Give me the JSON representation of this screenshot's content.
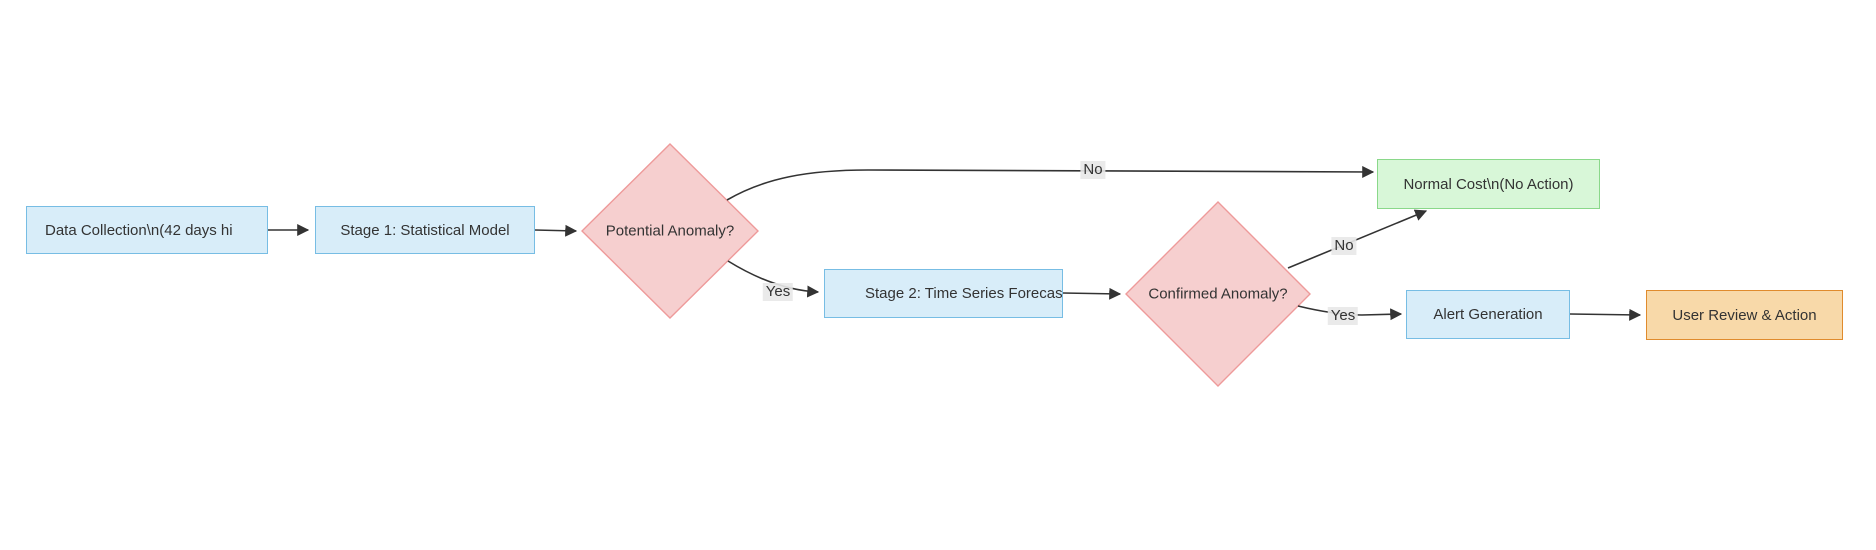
{
  "diagram": {
    "type": "flowchart",
    "direction": "left-to-right",
    "background": "#ffffff",
    "nodes": [
      {
        "id": "data-collection",
        "label": "Data Collection\\n(42 days hi",
        "shape": "rect",
        "fill": "#d8edf9",
        "stroke": "#77bde4",
        "text_clipped": true
      },
      {
        "id": "stage1",
        "label": "Stage 1: Statistical Model",
        "shape": "rect",
        "fill": "#d8edf9",
        "stroke": "#77bde4",
        "text_clipped": false
      },
      {
        "id": "potential-anomaly",
        "label": "Potential Anomaly?",
        "shape": "diamond",
        "fill": "#f6cfcf",
        "stroke": "#ee9a9a",
        "text_clipped": false
      },
      {
        "id": "stage2",
        "label": "Stage 2: Time Series Forecas",
        "shape": "rect",
        "fill": "#d8edf9",
        "stroke": "#77bde4",
        "text_clipped": true
      },
      {
        "id": "confirmed-anomaly",
        "label": "Confirmed Anomaly?",
        "shape": "diamond",
        "fill": "#f6cfcf",
        "stroke": "#ee9a9a",
        "text_clipped": false
      },
      {
        "id": "normal-cost",
        "label": "Normal Cost\\n(No Action)",
        "shape": "rect",
        "fill": "#d8f7d8",
        "stroke": "#8ad88a",
        "text_clipped": false
      },
      {
        "id": "alert-generation",
        "label": "Alert Generation",
        "shape": "rect",
        "fill": "#d8edf9",
        "stroke": "#77bde4",
        "text_clipped": false
      },
      {
        "id": "user-review",
        "label": "User Review & Action",
        "shape": "rect",
        "fill": "#f8d9a9",
        "stroke": "#e08b2d",
        "text_clipped": false
      }
    ],
    "edges": [
      {
        "from": "data-collection",
        "to": "stage1",
        "label": ""
      },
      {
        "from": "stage1",
        "to": "potential-anomaly",
        "label": ""
      },
      {
        "from": "potential-anomaly",
        "to": "normal-cost",
        "label": "No"
      },
      {
        "from": "potential-anomaly",
        "to": "stage2",
        "label": "Yes"
      },
      {
        "from": "stage2",
        "to": "confirmed-anomaly",
        "label": ""
      },
      {
        "from": "confirmed-anomaly",
        "to": "normal-cost",
        "label": "No"
      },
      {
        "from": "confirmed-anomaly",
        "to": "alert-generation",
        "label": "Yes"
      },
      {
        "from": "alert-generation",
        "to": "user-review",
        "label": ""
      }
    ],
    "edge_style": {
      "stroke": "#333333",
      "label_background": "#e8e8e8"
    }
  }
}
